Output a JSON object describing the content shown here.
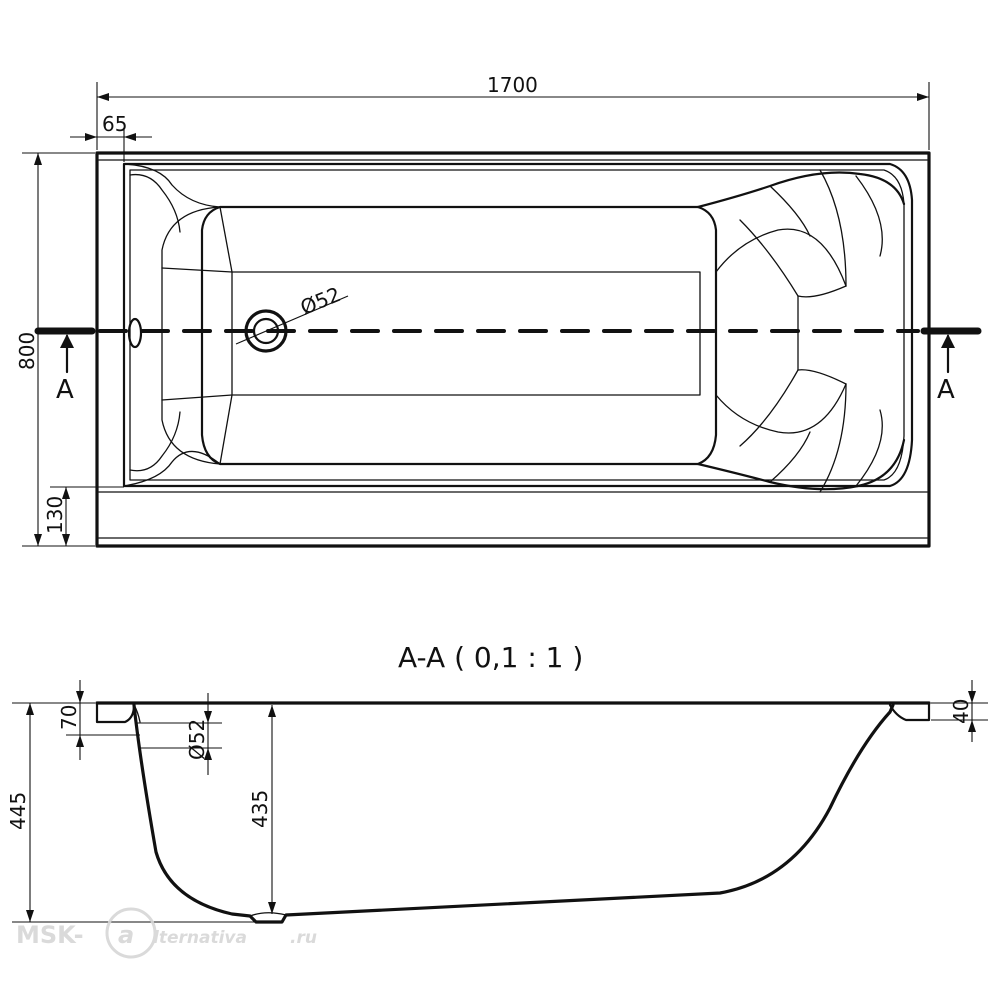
{
  "plan_view": {
    "dimensions": {
      "overall_length": "1700",
      "overall_width": "800",
      "rim_offset": "65",
      "side_offset": "130",
      "drain_diameter": "Ø52"
    },
    "section_marker_left": "A",
    "section_marker_right": "A"
  },
  "section_view": {
    "title": "A-A ( 0,1 : 1 )",
    "dimensions": {
      "total_height": "445",
      "inner_depth": "435",
      "left_rim": "70",
      "right_rim": "40",
      "drain_diameter": "Ø52"
    }
  },
  "watermark": {
    "brand": "MSK-",
    "mark": "a",
    "tail": "lternativa",
    "domain": ".ru"
  }
}
